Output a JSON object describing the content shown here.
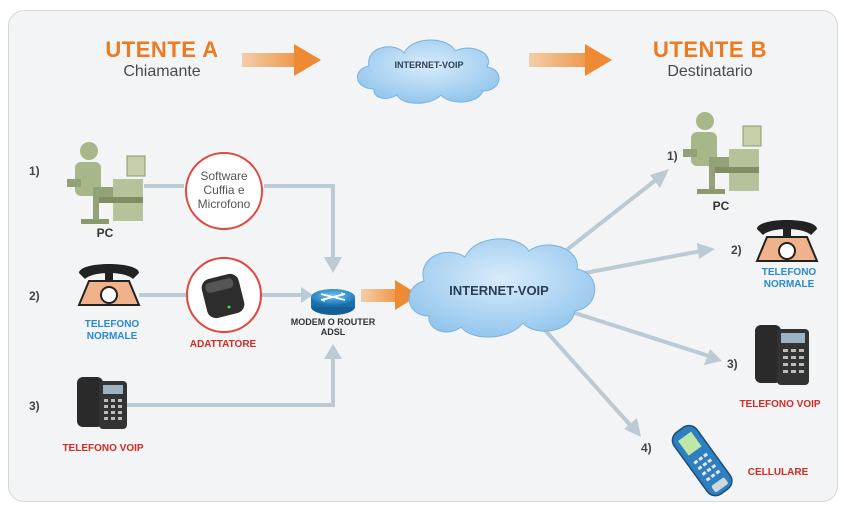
{
  "header": {
    "user_a_title": "UTENTE A",
    "user_a_subtitle": "Chiamante",
    "user_b_title": "UTENTE B",
    "user_b_subtitle": "Destinatario",
    "cloud_label": "INTERNET-VOIP"
  },
  "left": {
    "row1_number": "1)",
    "pc_label": "PC",
    "software_lines": [
      "Software",
      "Cuffia e",
      "Microfono"
    ],
    "row2_number": "2)",
    "telefono_normale_lines": [
      "TELEFONO",
      "NORMALE"
    ],
    "adattatore_label": "ADATTATORE",
    "row3_number": "3)",
    "telefono_voip_label": "TELEFONO VOIP"
  },
  "center": {
    "modem_lines": [
      "MODEM O ROUTER",
      "ADSL"
    ],
    "cloud_label": "INTERNET-VOIP"
  },
  "right": {
    "row1_number": "1)",
    "pc_label": "PC",
    "row2_number": "2)",
    "telefono_normale_lines": [
      "TELEFONO",
      "NORMALE"
    ],
    "row3_number": "3)",
    "telefono_voip_label": "TELEFONO VOIP",
    "row4_number": "4)",
    "cellulare_label": "CELLULARE"
  },
  "colors": {
    "orange": "#ee7a20",
    "blue_label": "#2a8ad0",
    "red_label": "#d42b25",
    "cloud_fill": "#a9d3f3",
    "connector": "#bccad4",
    "pc_green": "#a8b78a"
  }
}
